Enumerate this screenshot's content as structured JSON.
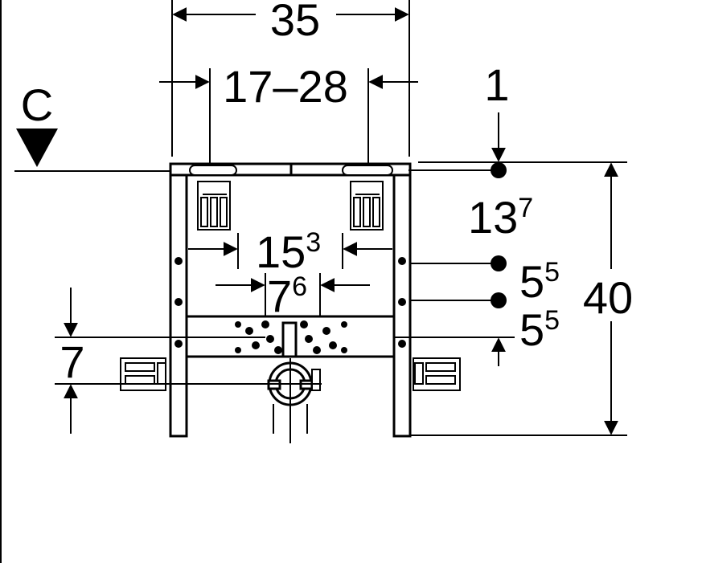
{
  "dimensions": {
    "top_width": "35",
    "adjust_range": "17–28",
    "offset_top": "1",
    "c_label": "C",
    "valve_height": "13",
    "valve_height_sup": "7",
    "inner_spacing": "15",
    "inner_spacing_sup": "3",
    "center_spacing": "7",
    "center_spacing_sup": "6",
    "mid_gap_1": "5",
    "mid_gap_1_sup": "5",
    "mid_gap_2": "5",
    "mid_gap_2_sup": "5",
    "total_height": "40",
    "drain_height": "7"
  }
}
